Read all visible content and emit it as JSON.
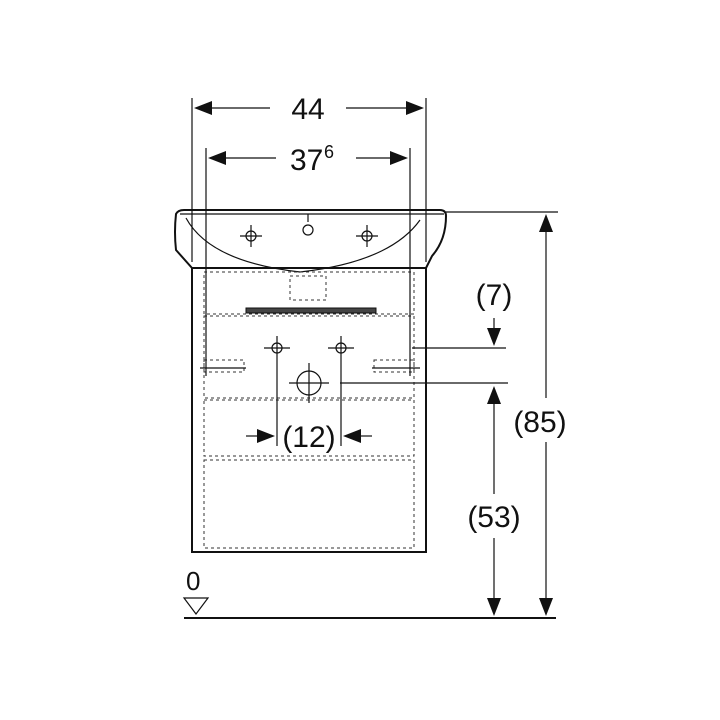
{
  "dimensions": {
    "overall_width": "44",
    "inner_width_main": "37",
    "inner_width_sup": "6",
    "top_offset": "(7)",
    "hole_spacing": "(12)",
    "total_height": "(85)",
    "drain_height": "(53)",
    "floor_level": "0"
  }
}
